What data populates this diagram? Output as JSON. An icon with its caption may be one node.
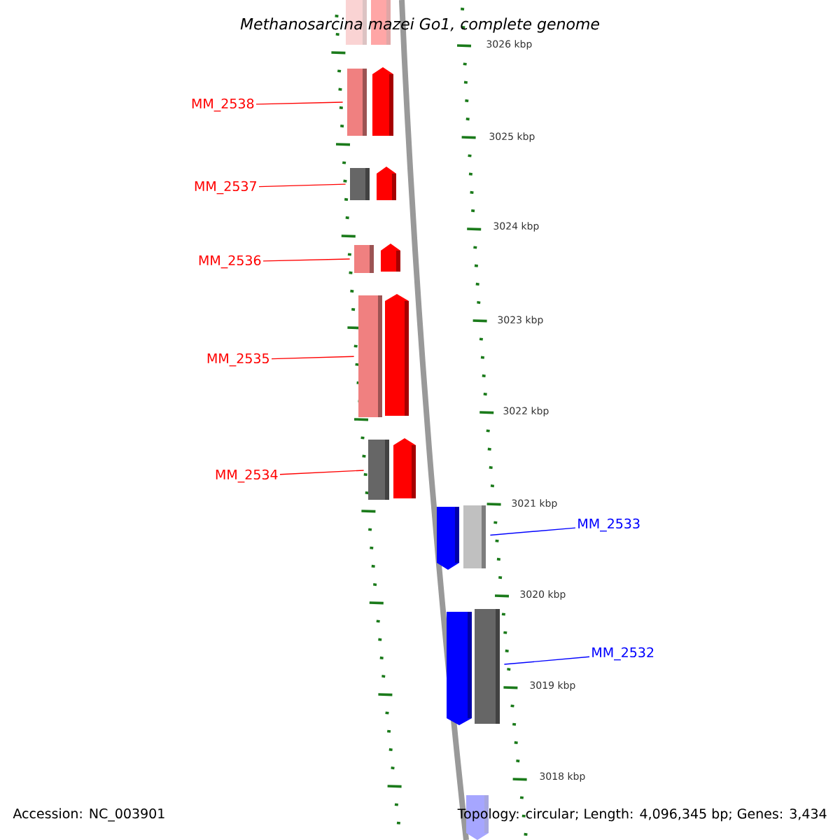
{
  "diagram": {
    "title": "Methanosarcina mazei Go1, complete genome",
    "nodes": [
      {
        "text": [
          "MM_2538"
        ]
      },
      {
        "text": [],
        "shape": "bar"
      },
      {
        "text": [
          "MM_2537"
        ]
      },
      {
        "text": [],
        "shape": "bar"
      },
      {
        "text": [
          "MM_2536"
        ]
      },
      {
        "text": [],
        "shape": "bar"
      },
      {
        "text": [
          "MM_2535"
        ]
      },
      {
        "text": [],
        "shape": "bar"
      },
      {
        "text": [
          "MM_2534"
        ]
      },
      {
        "text": [],
        "shape": "bar"
      },
      {
        "text": [
          "MM_2533"
        ]
      },
      {
        "text": [],
        "shape": "bar"
      },
      {
        "text": [
          "MM_2532"
        ]
      },
      {
        "text": [],
        "shape": "bar"
      }
    ],
    "edges": [
      {
        "from": 0,
        "to": 1,
        "arrow": "none"
      },
      {
        "from": 2,
        "to": 3,
        "arrow": "none"
      },
      {
        "from": 4,
        "to": 5,
        "arrow": "none"
      },
      {
        "from": 6,
        "to": 7,
        "arrow": "none"
      },
      {
        "from": 8,
        "to": 9,
        "arrow": "none"
      },
      {
        "from": 10,
        "to": 11,
        "arrow": "none",
        "color": "#0000ff"
      },
      {
        "from": 12,
        "to": 13,
        "arrow": "none",
        "color": "#0000ff"
      }
    ],
    "labels": [
      "3026 kbp",
      "3025 kbp",
      "3024 kbp",
      "3023 kbp",
      "3022 kbp",
      "3021 kbp",
      "3020 kbp",
      "3019 kbp",
      "3018 kbp",
      "Accession: NC_003901",
      "Topology: circular; Length: 4,096,345 bp; Genes: 3,434"
    ]
  }
}
